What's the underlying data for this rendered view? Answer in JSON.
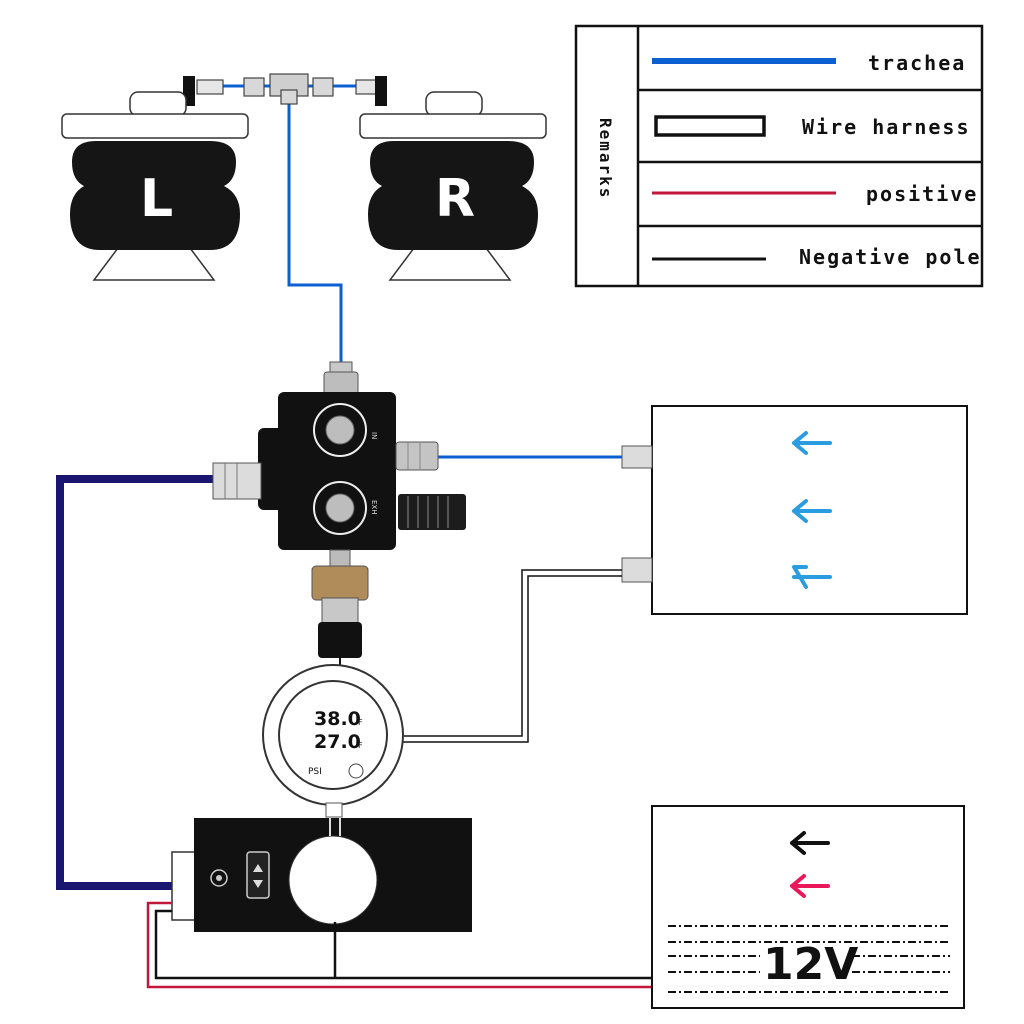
{
  "legend": {
    "title": "Remarks",
    "items": [
      {
        "label": "trachea",
        "color": "#0b5fd0",
        "style": "line"
      },
      {
        "label": "Wire harness",
        "color": "#111111",
        "style": "box"
      },
      {
        "label": "positive",
        "color": "#c2163a",
        "style": "line"
      },
      {
        "label": "Negative pole",
        "color": "#111111",
        "style": "line"
      }
    ]
  },
  "air_bags": {
    "left_label": "L",
    "right_label": "R"
  },
  "valve": {
    "in_label": "IN",
    "exh_label": "EXH"
  },
  "gauge": {
    "reading_1": "38.0",
    "reading_2": "27.0",
    "unit": "F",
    "psi_label": "PSI"
  },
  "power": {
    "voltage_label": "12V"
  },
  "colors": {
    "air_line": "#0b5fd0",
    "harness": "#1a1670",
    "positive": "#c2163a",
    "negative": "#111111",
    "arrow_blue": "#2a9de0",
    "arrow_pink": "#e8185a"
  }
}
